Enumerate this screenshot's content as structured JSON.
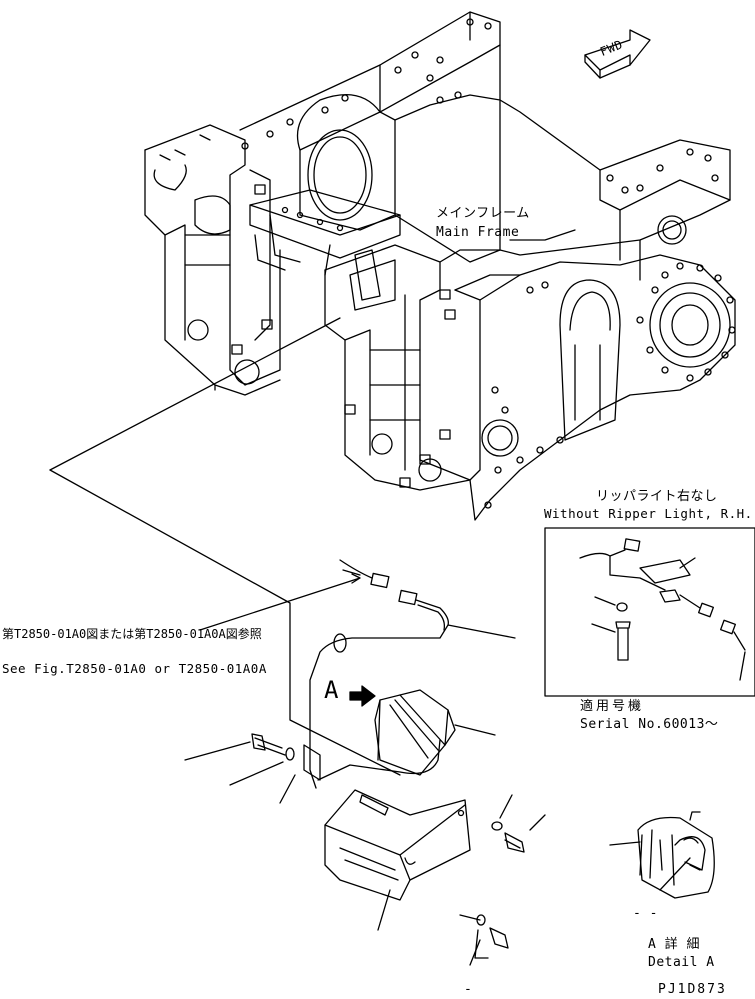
{
  "colors": {
    "line": "#000000",
    "background": "#ffffff"
  },
  "fwd_arrow": {
    "label": "FWD"
  },
  "main_frame": {
    "label_jp": "メインフレーム",
    "label_en": "Main Frame"
  },
  "inset": {
    "title_jp": "リッパライト右なし",
    "title_en": "Without Ripper Light, R.H.",
    "serial_jp": "適用号機",
    "serial_en": "Serial No.60013〜"
  },
  "reference": {
    "label_jp": "第T2850-01A0図または第T2850-01A0A図参照",
    "label_en": "See Fig.T2850-01A0 or T2850-01A0A"
  },
  "view_marker": {
    "letter": "A"
  },
  "detail": {
    "label_jp": "A 詳 細",
    "label_en": "Detail A"
  },
  "callout_marks": {
    "dash1": "- -",
    "dash2": "-"
  },
  "drawing_id": "PJ1D873"
}
